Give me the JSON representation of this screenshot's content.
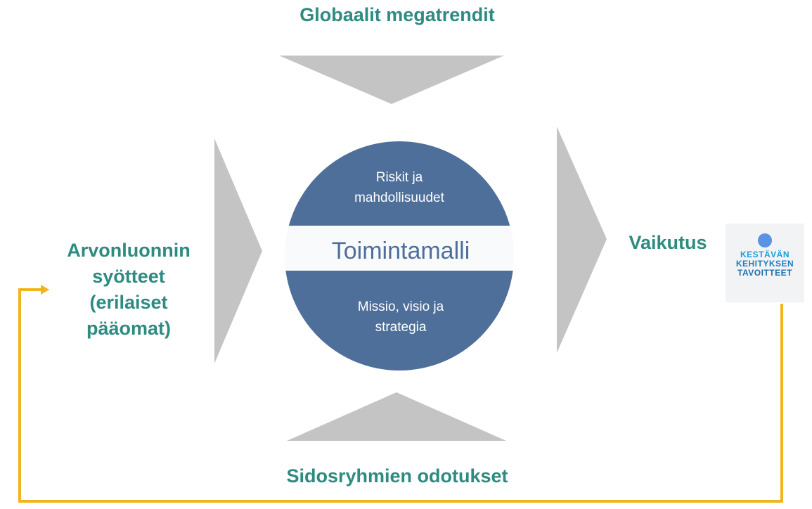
{
  "top_label": "Globaalit megatrendit",
  "bottom_label": "Sidosryhmien odotukset",
  "left_label_lines": [
    "Arvonluonnin",
    "syötteet",
    "(erilaiset",
    "pääomat)"
  ],
  "right_label": "Vaikutus",
  "circle": {
    "top_text_lines": [
      "Riskit ja",
      "mahdollisuudet"
    ],
    "center_text": "Toimintamalli",
    "bottom_text_lines": [
      "Missio, visio ja",
      "strategia"
    ]
  },
  "sdg_logo": {
    "line1": "KESTÄVÄN",
    "line2": "KEHITYKSEN",
    "line3": "TAVOITTEET"
  },
  "colors": {
    "label_teal": "#2e8b80",
    "circle_blue": "#4e6f9a",
    "arrow_gray": "#c4c4c4",
    "feedback_yellow": "#f0b41c"
  }
}
